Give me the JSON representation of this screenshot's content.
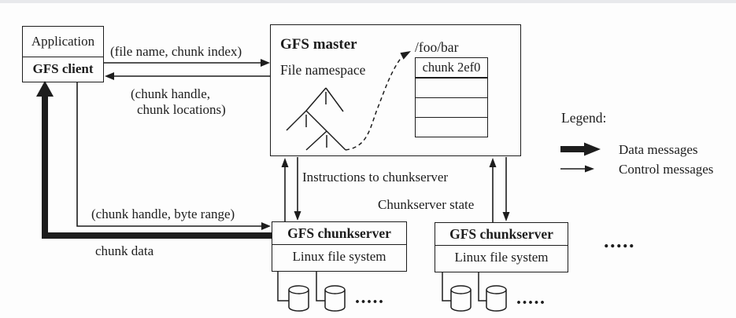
{
  "client": {
    "application": "Application",
    "gfs_client": "GFS client"
  },
  "master": {
    "title": "GFS master",
    "namespace_label": "File namespace",
    "path": "/foo/bar",
    "chunk_table_rows": [
      "chunk 2ef0",
      "",
      "",
      ""
    ]
  },
  "chunkservers": {
    "server1": {
      "title": "GFS chunkserver",
      "fs": "Linux file system"
    },
    "server2": {
      "title": "GFS chunkserver",
      "fs": "Linux file system"
    },
    "more_servers_ellipsis": "....."
  },
  "messages": {
    "file_name_chunk_index": "(file name, chunk index)",
    "chunk_handle_line1": "(chunk handle,",
    "chunk_handle_line2": "chunk locations)",
    "instructions_to_chunkserver": "Instructions to chunkserver",
    "chunkserver_state": "Chunkserver state",
    "chunk_handle_byte_range": "(chunk handle, byte range)",
    "chunk_data": "chunk data"
  },
  "disks": {
    "ellipsis1": ".....",
    "ellipsis2": "....."
  },
  "legend": {
    "title": "Legend:",
    "data_messages": "Data messages",
    "control_messages": "Control messages"
  },
  "colors": {
    "ink": "#1d1d1d",
    "background": "#fdfdfd",
    "top_strip": "#e8e9ec"
  }
}
